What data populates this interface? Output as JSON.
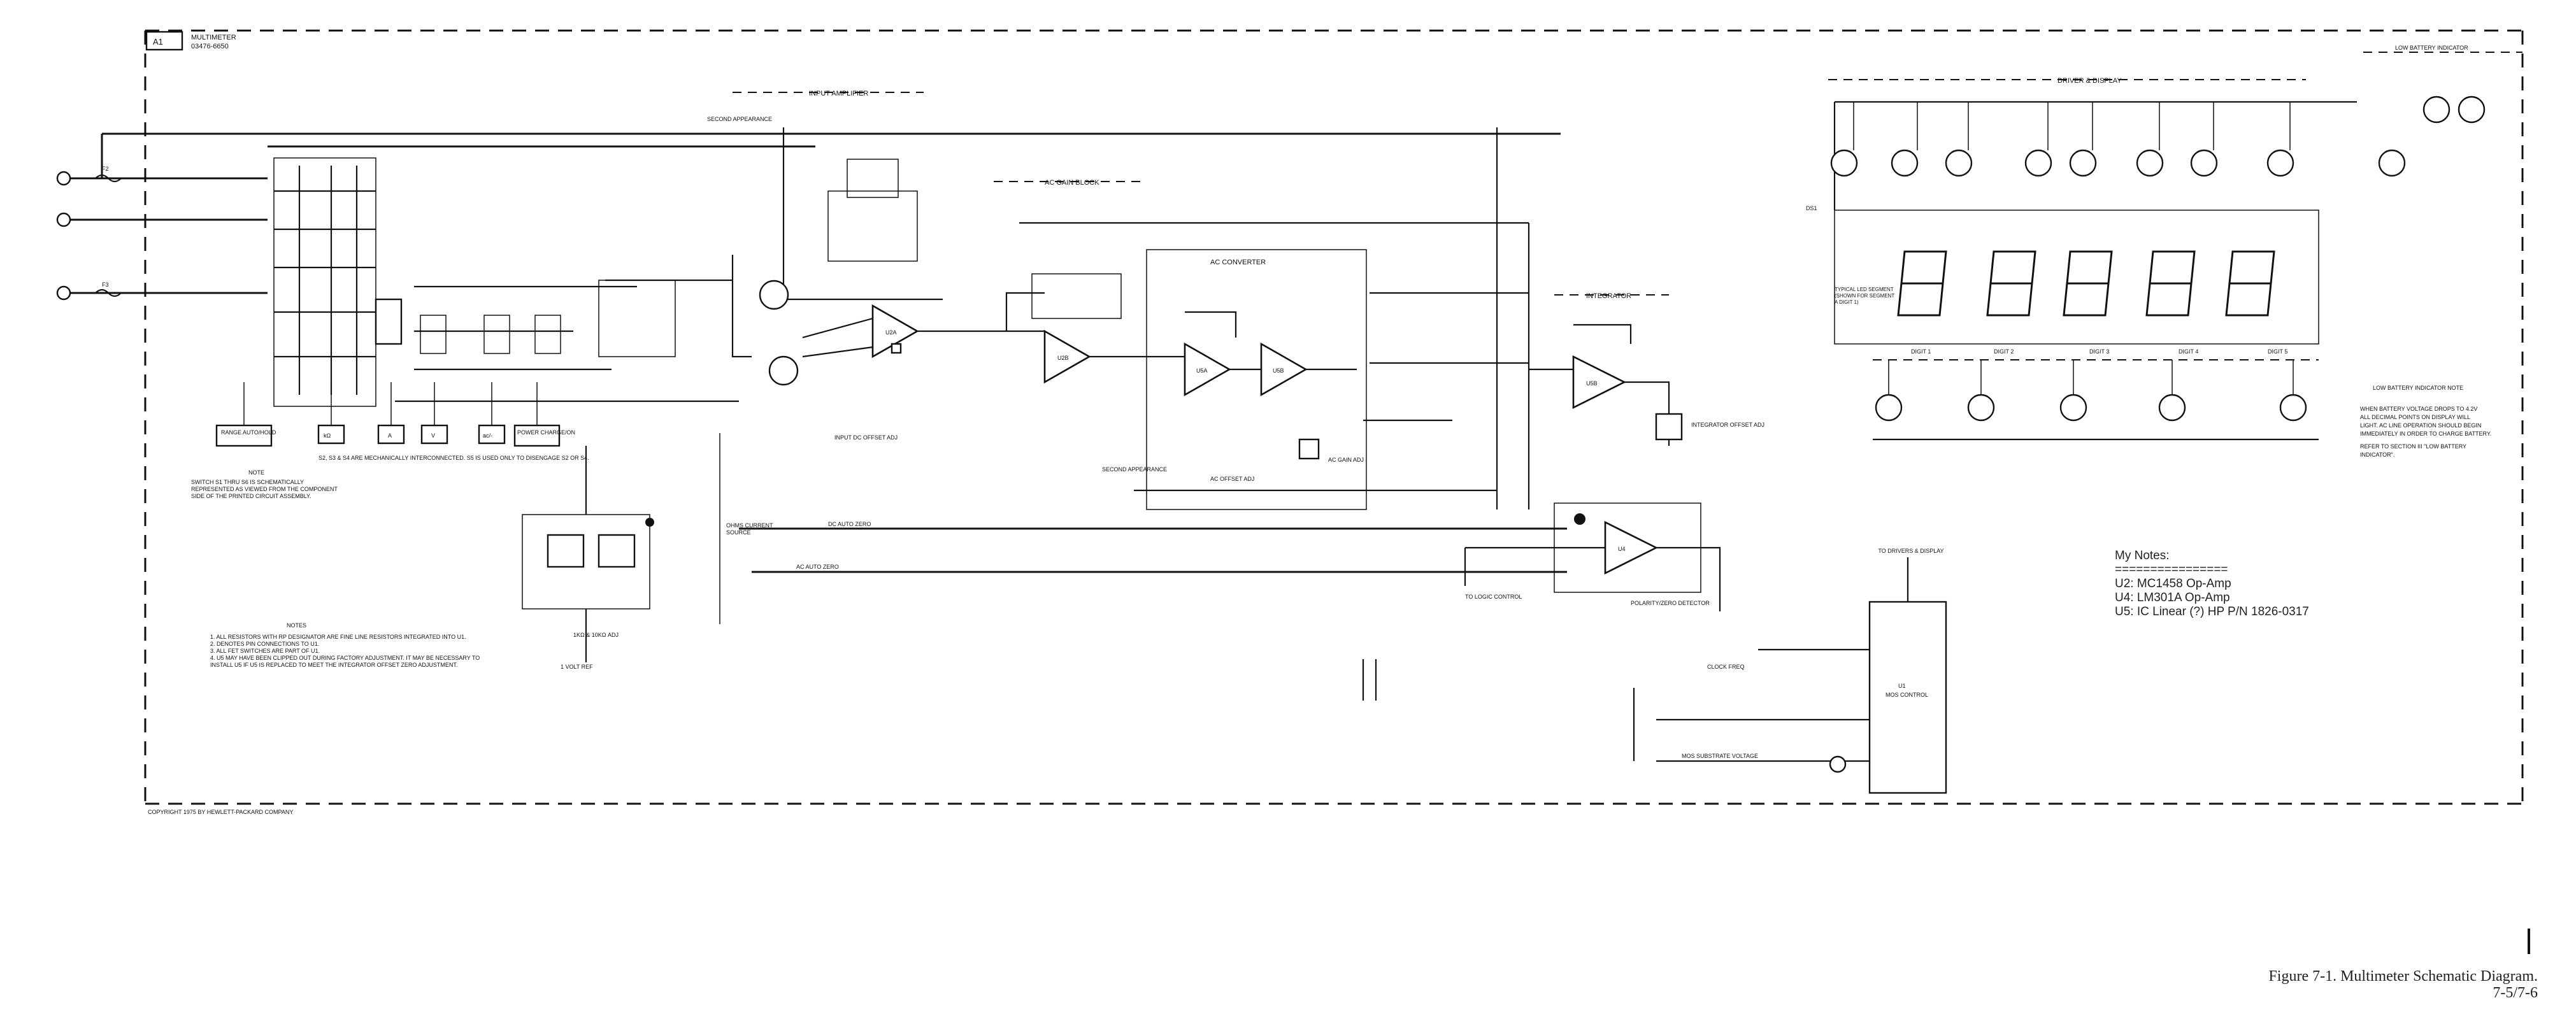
{
  "header": {
    "assembly_id": "A1",
    "title": "MULTIMETER",
    "part_number": "03476-6650"
  },
  "sections": {
    "input_amplifier": "INPUT AMPLIFIER",
    "ac_gain_block": "AC GAIN BLOCK",
    "ac_converter": "AC CONVERTER",
    "integrator": "INTEGRATOR",
    "driver_display": "DRIVER & DISPLAY",
    "low_battery": "LOW BATTERY INDICATOR",
    "polarity_zero": "POLARITY/ZERO DETECTOR",
    "mos_control": "MOS CONTROL"
  },
  "switches": [
    "RANGE AUTO/HOLD",
    "kΩ",
    "A",
    "V",
    "ac/-",
    "POWER CHARGE/ON"
  ],
  "switch_note": "S2, S3 & S4 ARE MECHANICALLY INTERCONNECTED. S5 IS USED ONLY TO DISENGAGE S2 OR S4.",
  "note_title": "NOTE",
  "note_text": "SWITCH S1 THRU S6 IS SCHEMATICALLY REPRESENTED AS VIEWED FROM THE COMPONENT SIDE OF THE PRINTED CIRCUIT ASSEMBLY.",
  "notes_title": "NOTES",
  "notes": [
    "1. ALL RESISTORS WITH RP DESIGNATOR ARE FINE LINE RESISTORS INTEGRATED INTO U1.",
    "2. DENOTES PIN CONNECTIONS TO U1.",
    "3. ALL FET SWITCHES ARE PART OF U1.",
    "4. U5 MAY HAVE BEEN CLIPPED OUT DURING FACTORY ADJUSTMENT. IT MAY BE NECESSARY TO INSTALL U5 IF U5 IS REPLACED TO MEET THE INTEGRATOR OFFSET ZERO ADJUSTMENT."
  ],
  "labels": {
    "second_appearance": "SECOND APPEARANCE",
    "input_dc_offset": "INPUT DC OFFSET ADJ",
    "ac_offset": "AC OFFSET ADJ",
    "ac_gain": "AC GAIN ADJ",
    "integrator_offset": "INTEGRATOR OFFSET ADJ",
    "ohms_current_source": "OHMS CURRENT SOURCE",
    "logic_control": "TO LOGIC CONTROL",
    "clock_freq": "CLOCK FREQ",
    "mos_substrate": "MOS SUBSTRATE VOLTAGE",
    "to_drivers": "TO DRIVERS & DISPLAY",
    "one_volt_ref": "1 VOLT REF",
    "ref_adj": "1KΩ & 10KΩ ADJ",
    "dc_auto_zero": "DC AUTO ZERO",
    "ac_auto_zero": "AC AUTO ZERO",
    "typical_led": "TYPICAL LED SEGMENT (SHOWN FOR SEGMENT A DIGIT 1)",
    "ds": "DS1"
  },
  "digits": [
    "DIGIT 1",
    "DIGIT 2",
    "DIGIT 3",
    "DIGIT 4",
    "DIGIT 5"
  ],
  "low_battery_note_title": "LOW BATTERY INDICATOR NOTE",
  "low_battery_note": [
    "WHEN BATTERY VOLTAGE DROPS TO 4.2V",
    "ALL DECIMAL POINTS ON DISPLAY WILL",
    "LIGHT. AC LINE OPERATION SHOULD BEGIN",
    "IMMEDIATELY IN ORDER TO CHARGE BATTERY.",
    "REFER TO SECTION III \"LOW BATTERY",
    "INDICATOR\"."
  ],
  "copyright": "COPYRIGHT 1975 BY HEWLETT-PACKARD COMPANY",
  "my_notes": {
    "title": "My Notes:",
    "rule": "================",
    "lines": [
      "U2: MC1458 Op-Amp",
      "U4: LM301A Op-Amp",
      "U5: IC Linear (?) HP P/N 1826-0317"
    ]
  },
  "caption": {
    "figure": "Figure 7-1.  Multimeter Schematic Diagram.",
    "pages": "7-5/7-6"
  }
}
